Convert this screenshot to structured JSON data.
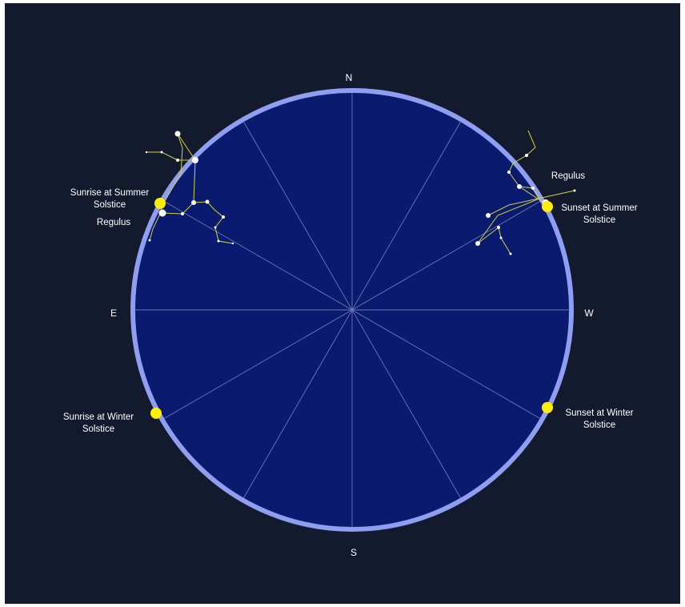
{
  "compass": {
    "north": "N",
    "south": "S",
    "east": "E",
    "west": "W"
  },
  "labels": {
    "sunrise_summer_line1": "Sunrise at Summer",
    "sunrise_summer_line2": "Solstice",
    "sunset_summer_line1": "Sunset at Summer",
    "sunset_summer_line2": "Solstice",
    "sunrise_winter_line1": "Sunrise at Winter",
    "sunrise_winter_line2": "Solstice",
    "sunset_winter_line1": "Sunset at Winter",
    "sunset_winter_line2": "Solstice",
    "regulus_east": "Regulus",
    "regulus_west": "Regulus"
  },
  "colors": {
    "background": "#131a2e",
    "horizon_disc": "#0a1a6e",
    "horizon_rim": "#8f9ef0",
    "radial_lines": "#7d88c0",
    "sun": "#ffee00",
    "constellation_lines": "#d4d234",
    "stars": "#ffffff"
  },
  "objects": {
    "sun_markers": [
      "sunrise-summer",
      "sunset-summer",
      "sunrise-winter",
      "sunset-winter"
    ],
    "constellations": [
      "leo-east",
      "leo-west"
    ]
  }
}
